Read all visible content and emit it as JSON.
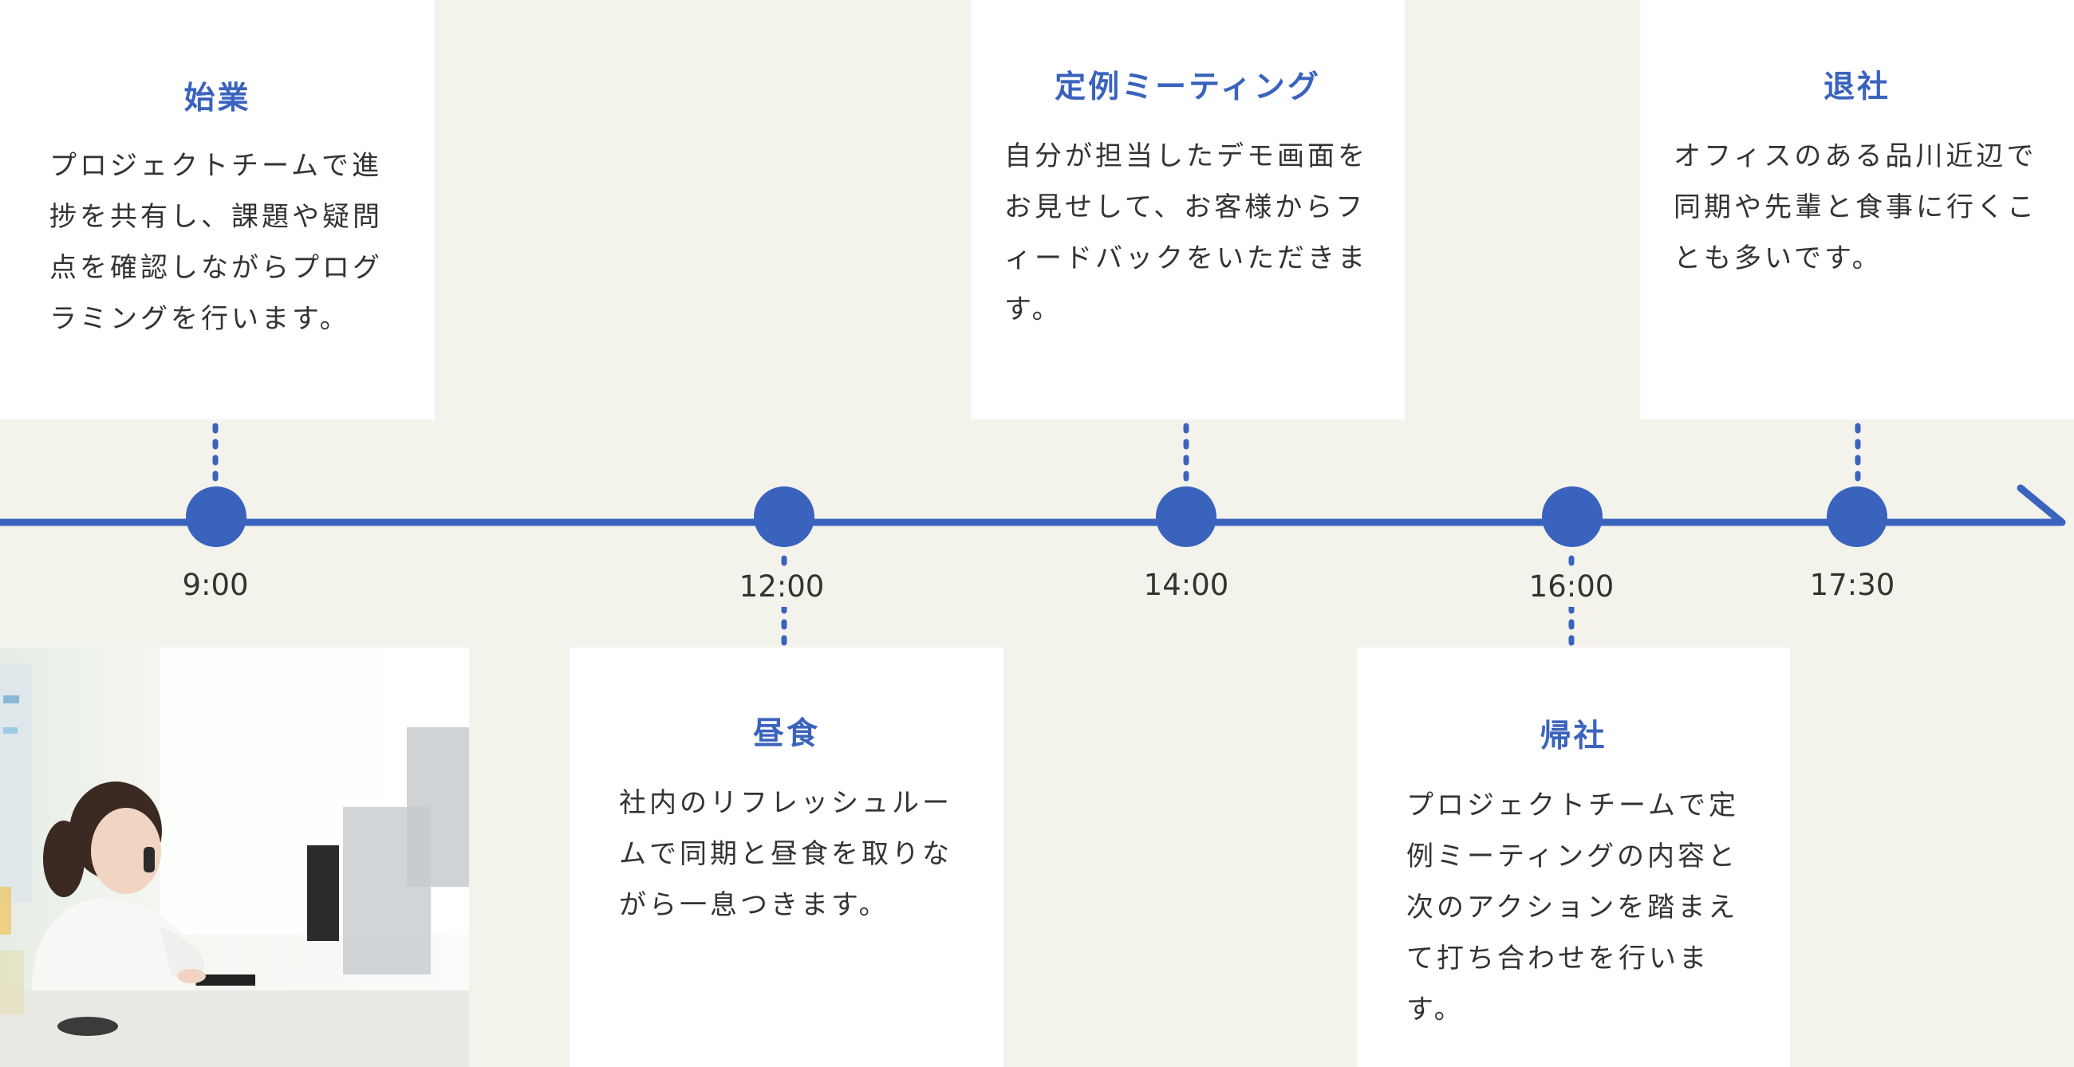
{
  "events": [
    {
      "time": "9:00",
      "title": "始業",
      "text": "プロジェクトチームで進捗を共有し、課題や疑問点を確認しながらプログラミングを行います。"
    },
    {
      "time": "12:00",
      "title": "昼食",
      "text": "社内のリフレッシュルームで同期と昼食を取りながら一息つきます。"
    },
    {
      "time": "14:00",
      "title": "定例ミーティング",
      "text": "自分が担当したデモ画面をお見せして、お客様からフィードバックをいただきます。"
    },
    {
      "time": "16:00",
      "title": "帰社",
      "text": "プロジェクトチームで定例ミーティングの内容と次のアクションを踏まえて打ち合わせを行います。"
    },
    {
      "time": "17:30",
      "title": "退社",
      "text": "オフィスのある品川近辺で同期や先輩と食事に行くことも多いです。"
    }
  ],
  "colors": {
    "accent": "#3a63bd",
    "background": "#f3f3ec",
    "card": "#ffffff",
    "text": "#333333"
  },
  "photo": {
    "description_icon": "office-worker-photo"
  }
}
